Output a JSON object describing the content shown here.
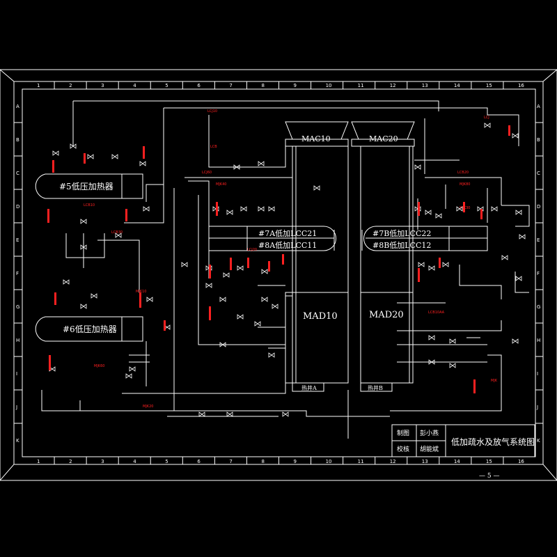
{
  "columns": [
    "1",
    "2",
    "3",
    "4",
    "5",
    "6",
    "7",
    "8",
    "9",
    "10",
    "11",
    "12",
    "13",
    "14",
    "15",
    "16"
  ],
  "rows": [
    "A",
    "B",
    "C",
    "D",
    "E",
    "F",
    "G",
    "H",
    "I",
    "J",
    "K"
  ],
  "heaters": {
    "h5": "#5低压加热器",
    "h6": "#6低压加热器",
    "h7a": "#7A低加LCC21",
    "h8a": "#8A低加LCC11",
    "h7b": "#7B低加LCC22",
    "h8b": "#8B低加LCC12"
  },
  "condensers": {
    "mac10": "MAC10",
    "mac20": "MAC20",
    "mad10": "MAD10",
    "mad20": "MAD20",
    "well_a": "热井A",
    "well_b": "热井B"
  },
  "title_block": {
    "drawn_label": "制图",
    "drawn_name": "彭小燕",
    "checked_label": "校核",
    "checked_name": "胡能斌",
    "title": "低加疏水及放气系统图"
  },
  "page_number": "— 5 —",
  "tags": {
    "lcj10": "LCJ10",
    "mjk40": "MJK40",
    "lcj60": "LCJ60",
    "lcb20": "LCB20",
    "mjk80": "MJK80",
    "lcj20": "LCJ20",
    "mjk20": "MJK20",
    "lcb30": "LCB30",
    "mjk60": "MJK60",
    "lcb10": "LCB10",
    "lcb": "LCB",
    "lcj": "LCJ",
    "mjk": "MJK",
    "lcb10aa": "LCB10AA",
    "mjk10": "MJK10",
    "mjk30": "MJK30"
  }
}
